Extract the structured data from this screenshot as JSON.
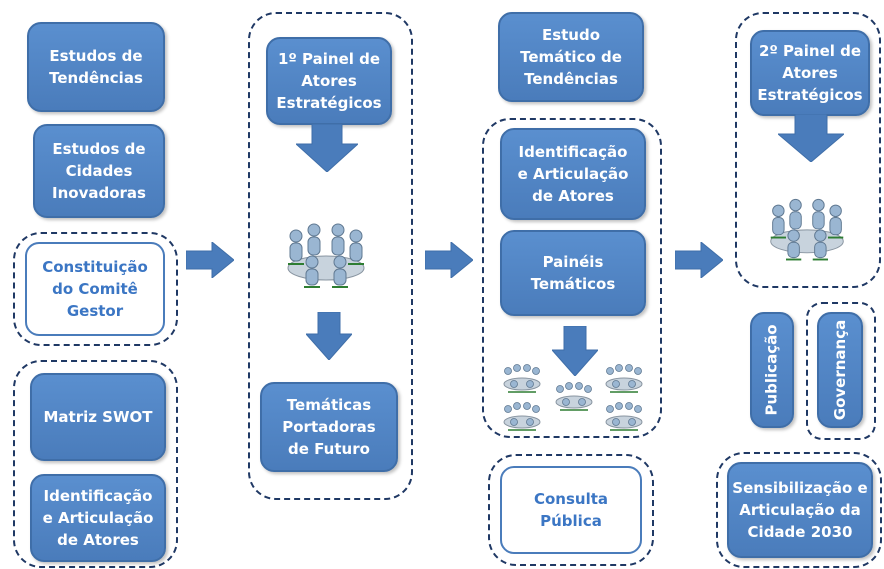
{
  "col1": {
    "estudos_tendencias": "Estudos de\nTendências",
    "estudos_cidades": "Estudos de\nCidades\nInovadoras",
    "comite_gestor": "Constituição\ndo Comitê\nGestor",
    "matriz_swot": "Matriz SWOT",
    "identificacao_atores": "Identificação\ne Articulação\nde Atores"
  },
  "col2": {
    "painel1": "1º Painel de\nAtores\nEstratégicos",
    "tematicas": "Temáticas\nPortadoras\nde Futuro"
  },
  "col3": {
    "estudo_tematico": "Estudo\nTemático de\nTendências",
    "identificacao_atores": "Identificação\ne Articulação\nde Atores",
    "paineis_tematicos": "Painéis\nTemáticos",
    "consulta_publica": "Consulta\nPública"
  },
  "col4": {
    "painel2": "2º Painel de\nAtores\nEstratégicos",
    "publicacao": "Publicação",
    "governanca": "Governança",
    "sensibilizacao": "Sensibilização e\nArticulação da\nCidade 2030"
  },
  "colors": {
    "box_blue": "#4a7cbb",
    "box_text_white": "#ffffff",
    "outline_text_blue": "#3b76c4",
    "dashed_border": "#1f3864"
  }
}
